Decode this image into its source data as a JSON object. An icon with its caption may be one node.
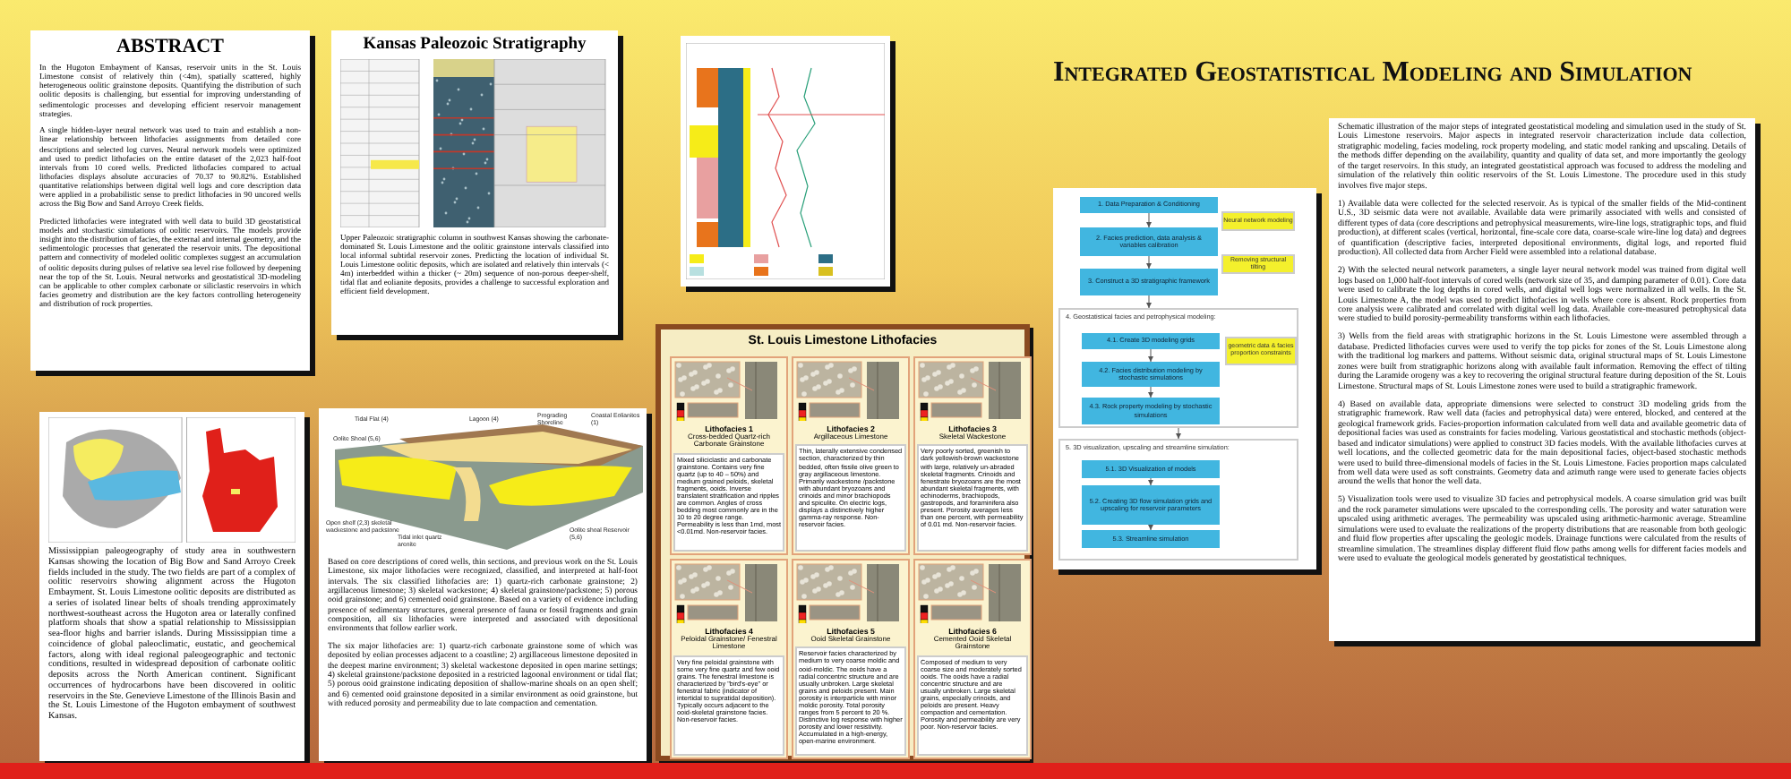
{
  "diagram": {
    "title": "Integrated Geostatistical Modeling and Simulation",
    "nodes": [
      {
        "text": [
          "ABSTRACT",
          "In the Hugoton Embayment of Kansas, reservoir units in the St. Louis Limestone consist of relatively thin (<4m), spatially scattered, highly heterogeneous oolitic grainstone deposits. Quantifying the distribution of such oolitic deposits is challenging, but essential for improving understanding of sedimentologic processes and developing efficient reservoir management strategies.",
          "A single hidden-layer neural network was used to train and establish a non-linear relationship between lithofacies assignments from detailed core descriptions and selected log curves. Neural network models were optimized and used to predict lithofacies on the entire dataset of the 2,023 half-foot intervals from 10 cored wells. Predicted lithofacies compared to actual lithofacies displays absolute accuracies of 70.37 to 90.82%. Established quantitative relationships between digital well logs and core description data were applied in a probabilistic sense to predict lithofacies in 90 uncored wells across the Big Bow and Sand Arroyo Creek fields.",
          "Predicted lithofacies were integrated with well data to build 3D geostatistical models and stochastic simulations of oolitic reservoirs. The models provide insight into the distribution of facies, the external and internal geometry, and the sedimentologic processes that generated the reservoir units. The depositional pattern and connectivity of modeled oolitic complexes suggest an accumulation of oolitic deposits during pulses of relative sea level rise followed by deepening near the top of the St. Louis. Neural networks and geostatistical 3D-modeling can be applicable to other complex carbonate or siliclastic reservoirs in which facies geometry and distribution are the key factors controlling heterogeneity and distribution of rock properties."
        ]
      },
      {
        "text": [
          "Kansas Paleozoic Stratigraphy",
          "Upper Paleozoic stratigraphic column in southwest Kansas showing the carbonate-dominated St. Louis Limestone and the oolitic grainstone intervals classified into local informal subtidal reservoir zones. Predicting the location of individual St. Louis Limestone oolitic deposits, which are isolated and relatively thin intervals (< 4m) interbedded within a thicker (~ 20m) sequence of non-porous deeper-shelf, tidal flat and eolianite deposits, provides a challenge to successful exploration and efficient field development."
        ]
      },
      {
        "text": [
          "Mississippian paleogeography of study area in southwestern Kansas showing the location of Big Bow and Sand Arroyo Creek fields included in the study. The two fields are part of a complex of oolitic reservoirs showing alignment across the Hugoton Embayment. St. Louis Limestone oolitic deposits are distributed as a series of isolated linear belts of shoals trending approximately northwest-southeast across the Hugoton area or laterally confined platform shoals that show a spatial relationship to Mississippian sea-floor highs and barrier islands. During Mississippian time a coincidence of global paleoclimatic, eustatic, and geochemical factors, along with ideal regional paleogeographic and tectonic conditions, resulted in widespread deposition of carbonate oolitic deposits across the North American continent. Significant occurrences of hydrocarbons have been discovered in oolitic reservoirs in the Ste. Genevieve Limestone of the Illinois Basin and the St. Louis Limestone of the Hugoton embayment of southwest Kansas."
        ]
      },
      {
        "text": [
          "Based on core descriptions of cored wells, thin sections, and previous work on the St. Louis Limestone, six major lithofacies were recognized, classified, and interpreted at half-foot intervals. The six classified lithofacies are: 1) quartz-rich carbonate grainstone; 2) argillaceous limestone; 3) skeletal wackestone; 4) skeletal grainstone/packstone; 5) porous ooid grainstone; and 6) cemented ooid grainstone. Based on a variety of evidence including presence of sedimentary structures, general presence of fauna or fossil fragments and grain composition, all six lithofacies were interpreted and associated with depositional environments that follow earlier work.",
          "The six major lithofacies are: 1) quartz-rich carbonate grainstone some of which was deposited by eolian processes adjacent to a coastline; 2) argillaceous limestone deposited in the deepest marine environment; 3) skeletal wackestone deposited in open marine settings; 4) skeletal grainstone/packstone deposited in a restricted lagoonal environment or tidal flat; 5) porous ooid grainstone indicating deposition of shallow-marine shoals on an open shelf; and 6) cemented ooid grainstone deposited in a similar environment as ooid grainstone, but with reduced porosity and permeability due to late compaction and cementation."
        ]
      },
      {
        "text": [
          "St. Louis Limestone Lithofacies"
        ]
      },
      {
        "text": [
          "Lithofacies 1",
          "Cross-bedded Quartz-rich Carbonate Grainstone",
          "Mixed siliciclastic and carbonate grainstone. Contains very fine quartz (up to 40 – 50%) and medium grained peloids, skeletal fragments, ooids. Inverse translatent stratification and ripples are common. Angles of cross bedding most commonly are in the 10 to 20 degree range. Permeability is less than 1md, most <0.01md. Non-reservoir facies."
        ],
        "in": 4
      },
      {
        "text": [
          "Lithofacies 2",
          "Argillaceous Limestone",
          "Thin, laterally extensive condensed section, characterized by thin bedded, often fissile olive green to gray argillaceous limestone. Primarily wackestone /packstone with abundant bryozoans and crinoids and minor brachiopods and spiculite. On electric logs, displays a distinctively higher gamma-ray response. Non-reservoir facies."
        ],
        "in": 4
      },
      {
        "text": [
          "Lithofacies 3",
          "Skeletal Wackestone",
          "Very poorly sorted, greenish to dark yellowish-brown wackestone with large, relatively un-abraded skeletal fragments. Crinoids and fenestrate bryozoans are the most abundant skeletal fragments, with echinoderms, brachiopods, gastropods, and foraminifera also present. Porosity averages less than one percent, with permeability of 0.01 md. Non-reservoir facies."
        ],
        "in": 4
      },
      {
        "text": [
          "Lithofacies 4",
          "Peloidal Grainstone/ Fenestral Limestone",
          "Very fine peloidal grainstone with some very fine quartz and few ooid grains. The fenestral limestone is characterized by \"bird's-eye\" or fenestral fabric (indicator of intertidal to supratidal deposition). Typically occurs adjacent to the ooid-skeletal grainstone facies. Non-reservoir facies."
        ],
        "in": 4
      },
      {
        "text": [
          "Lithofacies 5",
          "Ooid Skeletal Grainstone",
          "Reservoir facies characterized by medium to very coarse moldic and ooid-moldic. The ooids have a radial concentric structure and are usually unbroken. Large skeletal grains and peloids present. Main porosity is interparticle with minor moldic porosity. Total porosity ranges from 5 percent to 20 %. Distinctive log response with higher porosity and lower resistivity. Accumulated in a high-energy, open-marine environment."
        ],
        "in": 4
      },
      {
        "text": [
          "Lithofacies 6",
          "Cemented Ooid Skeletal Grainstone",
          "Composed of medium to very coarse size and moderately sorted ooids. The ooids have a radial concentric structure and are usually unbroken. Large skeletal grains, especially crinoids, and peloids are present. Heavy compaction and cementation. Porosity and permeability are very poor. Non-reservoir facies."
        ],
        "in": 4
      },
      {
        "text": [
          "Schematic illustration of the major steps of integrated geostatistical modeling and simulation used in the study of St. Louis Limestone reservoirs. Major aspects in integrated reservoir characterization include data collection, stratigraphic modeling, facies modeling, rock property modeling, and static model ranking and upscaling. Details of the methods differ depending on the availability, quantity and quality of data set, and more importantly the geology of the target reservoirs. In this study, an integrated geostatistical approach was focused to address the modeling and simulation of the relatively thin oolitic reservoirs of the St. Louis Limestone. The procedure used in this study involves five major steps.",
          "1) Available data were collected for the selected reservoir. As is typical of the smaller fields of the Mid-continent U.S., 3D seismic data were not available. Available data were primarily associated with wells and consisted of different types of data (core descriptions and petrophysical measurements, wire-line logs, stratigraphic tops, and fluid production), at different scales (vertical, horizontal, fine-scale core data, coarse-scale wire-line log data) and degrees of quantification (descriptive facies, interpreted depositional environments, digital logs, and reported fluid production). All collected data from Archer Field were assembled into a relational database.",
          "2) With the selected neural network parameters, a single layer neural network model was trained from digital well logs based on 1,000 half-foot intervals of cored wells (network size of 35, and damping parameter of 0.01). Core data were used to calibrate the log depths in cored wells, and digital well logs were normalized in all wells. In the St. Louis Limestone A, the model was used to predict lithofacies in wells where core is absent. Rock properties from core analysis were calibrated and correlated with digital well log data. Available core-measured petrophysical data were studied to build porosity-permeability transforms within each lithofacies.",
          "3) Wells from the field areas with stratigraphic horizons in the St. Louis Limestone were assembled through a database. Predicted lithofacies curves were used to verify the top picks for zones of the St. Louis Limestone along with the traditional log markers and patterns. Without seismic data, original structural maps of St. Louis Limestone zones were built from stratigraphic horizons along with available fault information. Removing the effect of tilting during the Laramide orogeny was a key to recovering the original structural feature during deposition of the St. Louis Limestone. Structural maps of St. Louis Limestone zones were used to build a stratigraphic framework.",
          "4) Based on available data, appropriate dimensions were selected to construct 3D modeling grids from the stratigraphic framework. Raw well data (facies and petrophysical data) were entered, blocked, and centered at the geological framework grids. Facies-proportion information calculated from well data and available geometric data of depositional facies was used as constraints for facies modeling. Various geostatistical and stochastic methods (object-based and indicator simulations) were applied to construct 3D facies models. With the available lithofacies curves at well locations, and the collected geometric data for the main depositional facies, object-based stochastic methods were used to build three-dimensional models of facies in the St. Louis Limestone. Facies proportion maps calculated from well data were used as soft constraints. Geometry data and azimuth range were used to generate facies objects around the wells that honor the well data.",
          "5) Visualization tools were used to visualize 3D facies and petrophysical models. A coarse simulation grid was built and the rock parameter simulations were upscaled to the corresponding cells. The porosity and water saturation were upscaled using arithmetic averages. The permeability was upscaled using arithmetic-harmonic average. Streamline simulations were used to evaluate the realizations of the property distributions that are reasonable from both geologic and fluid flow properties after upscaling the geologic models. Drainage functions were calculated from the results of streamline simulation. The streamlines display different fluid flow paths among wells for different facies models and were used to evaluate the geological models generated by geostatistical techniques."
        ]
      },
      {
        "text": [],
        "shape": "box"
      },
      {
        "text": [
          "1. Data Preparation & Conditioning"
        ],
        "in": 12
      },
      {
        "text": [
          "Neural network modeling"
        ],
        "in": 12
      },
      {
        "text": [
          "2. Facies prediction, data analysis & variables calibration"
        ],
        "in": 12
      },
      {
        "text": [
          "Removing structural tilting"
        ],
        "in": 12
      },
      {
        "text": [
          "3. Construct a 3D stratigraphic framework"
        ],
        "in": 12
      },
      {
        "text": [
          "4. Geostatistical facies and petrophysical modeling:"
        ],
        "in": 12
      },
      {
        "text": [
          "4.1. Create 3D modeling grids"
        ],
        "in": 18
      },
      {
        "text": [
          "geometric data & facies proportion constraints"
        ],
        "in": 18
      },
      {
        "text": [
          "4.2. Facies distribution modeling by stochastic simulations"
        ],
        "in": 18
      },
      {
        "text": [
          "4.3. Rock property modeling by stochastic simulations"
        ],
        "in": 18
      },
      {
        "text": [
          "5. 3D visualization, upscaling and streamline simulation:"
        ],
        "in": 12
      },
      {
        "text": [
          "5.1. 3D Visualization of models"
        ],
        "in": 23
      },
      {
        "text": [
          "5.2. Creating 3D flow simulation grids and upscaling for reservoir parameters"
        ],
        "in": 23
      },
      {
        "text": [
          "5.3. Streamline simulation"
        ],
        "in": 23
      }
    ],
    "edges": [
      {
        "from": 13,
        "to": 15,
        "arrow": "to"
      },
      {
        "from": 15,
        "to": 17,
        "arrow": "to"
      },
      {
        "from": 17,
        "to": 18,
        "arrow": "to"
      },
      {
        "from": 19,
        "to": 21,
        "arrow": "to"
      },
      {
        "from": 21,
        "to": 22,
        "arrow": "to"
      },
      {
        "from": 18,
        "to": 23,
        "arrow": "to"
      },
      {
        "from": 24,
        "to": 25,
        "arrow": "to"
      },
      {
        "from": 25,
        "to": 26,
        "arrow": "to"
      }
    ],
    "labels": [
      "Tidal Flat (4)",
      "Lagoon (4)",
      "Prograding Shoreline",
      "Coastal Eolianites (1)",
      "Oolite Shoal (5,6)",
      "Open shelf (2,3) skeletal wackestone and packstone",
      "Tidal inlet quartz arenite",
      "Oolite shoal Reservoir (5,6)"
    ]
  }
}
